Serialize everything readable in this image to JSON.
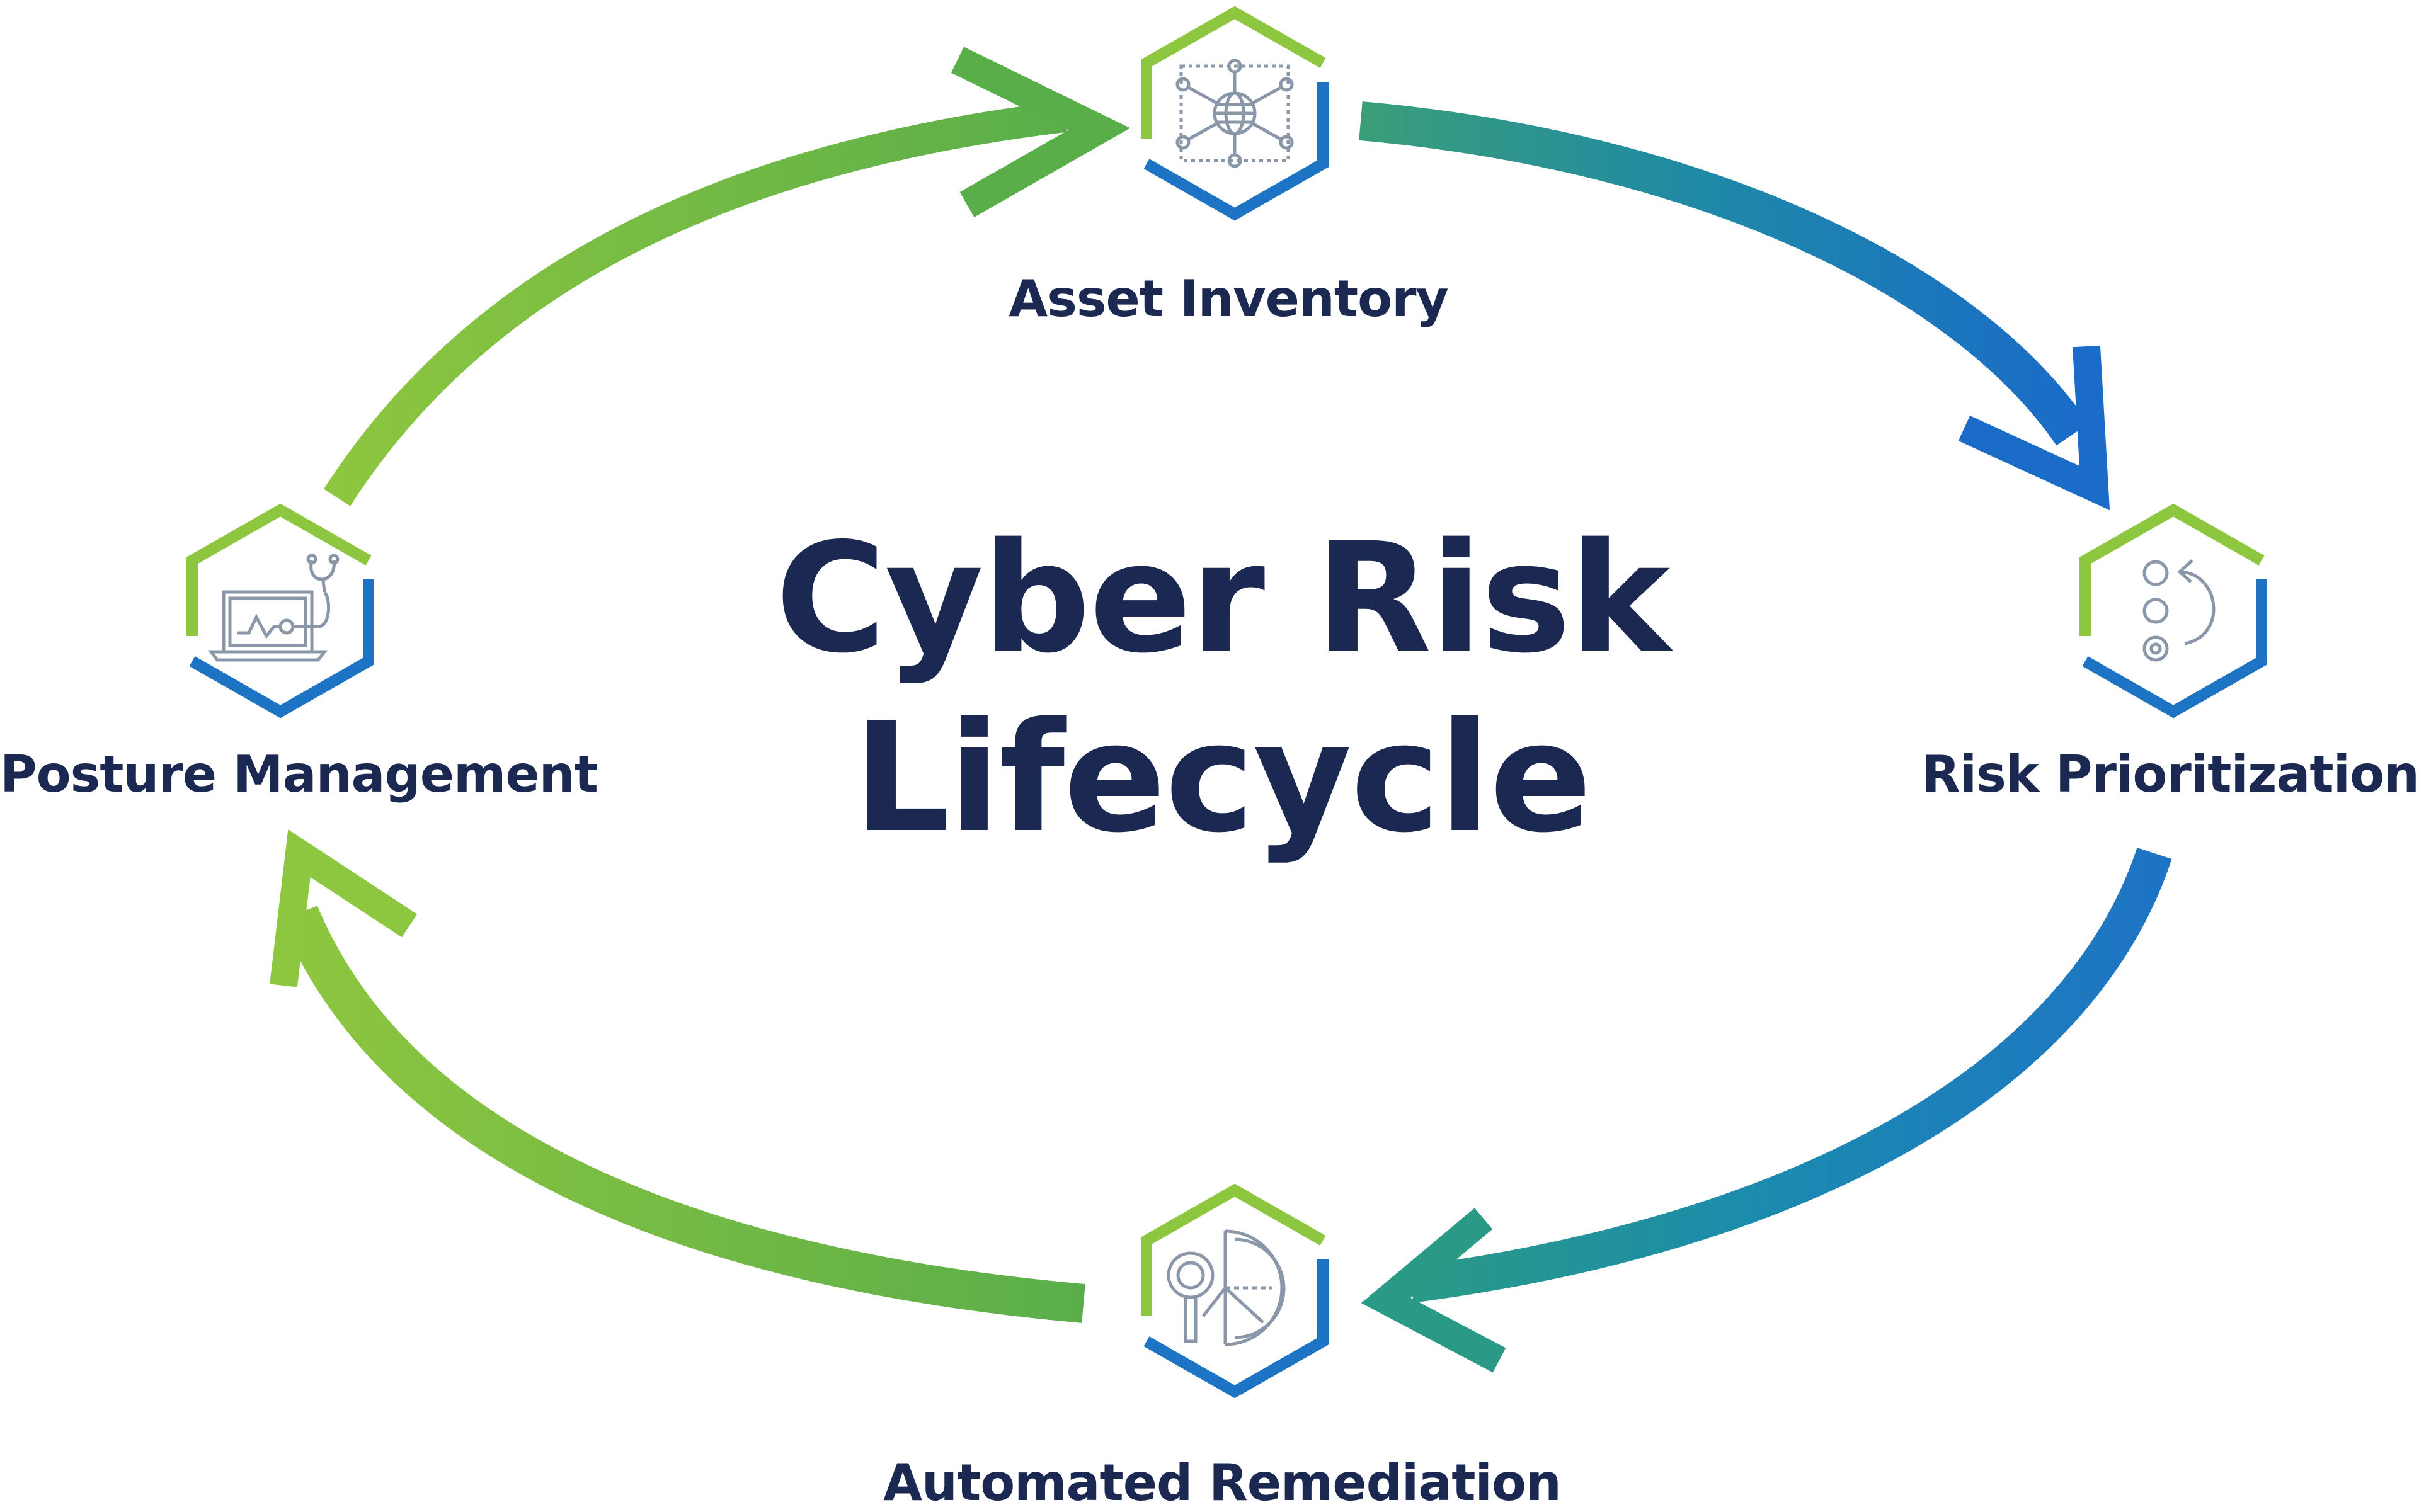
{
  "title": {
    "line1": "Cyber Risk",
    "line2": "Lifecycle"
  },
  "stages": [
    {
      "key": "asset",
      "label": "Asset Inventory",
      "icon": "network-globe-icon"
    },
    {
      "key": "risk",
      "label": "Risk Prioritization",
      "icon": "priority-list-icon"
    },
    {
      "key": "remed",
      "label": "Automated Remediation",
      "icon": "analysis-magnifier-icon"
    },
    {
      "key": "posture",
      "label": "Posture Management",
      "icon": "laptop-stethoscope-icon"
    }
  ],
  "colors": {
    "green": "#8dc63f",
    "green_dark": "#5aae4a",
    "teal": "#2a9a86",
    "blue": "#1e74c4",
    "blue_bright": "#0f7bcc",
    "navy": "#1a2852",
    "icon_gray": "#8a97a8"
  }
}
